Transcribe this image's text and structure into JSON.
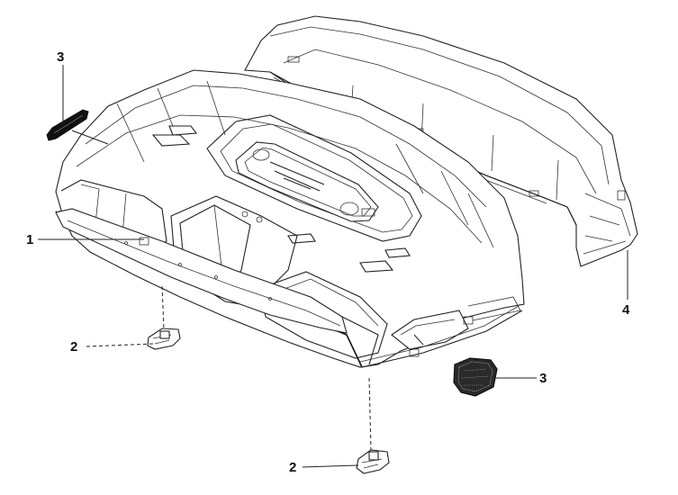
{
  "callouts": [
    {
      "id": "label-1",
      "text": "1"
    },
    {
      "id": "label-2a",
      "text": "2"
    },
    {
      "id": "label-2b",
      "text": "2"
    },
    {
      "id": "label-3a",
      "text": "3"
    },
    {
      "id": "label-3b",
      "text": "3"
    },
    {
      "id": "label-4",
      "text": "4"
    }
  ]
}
